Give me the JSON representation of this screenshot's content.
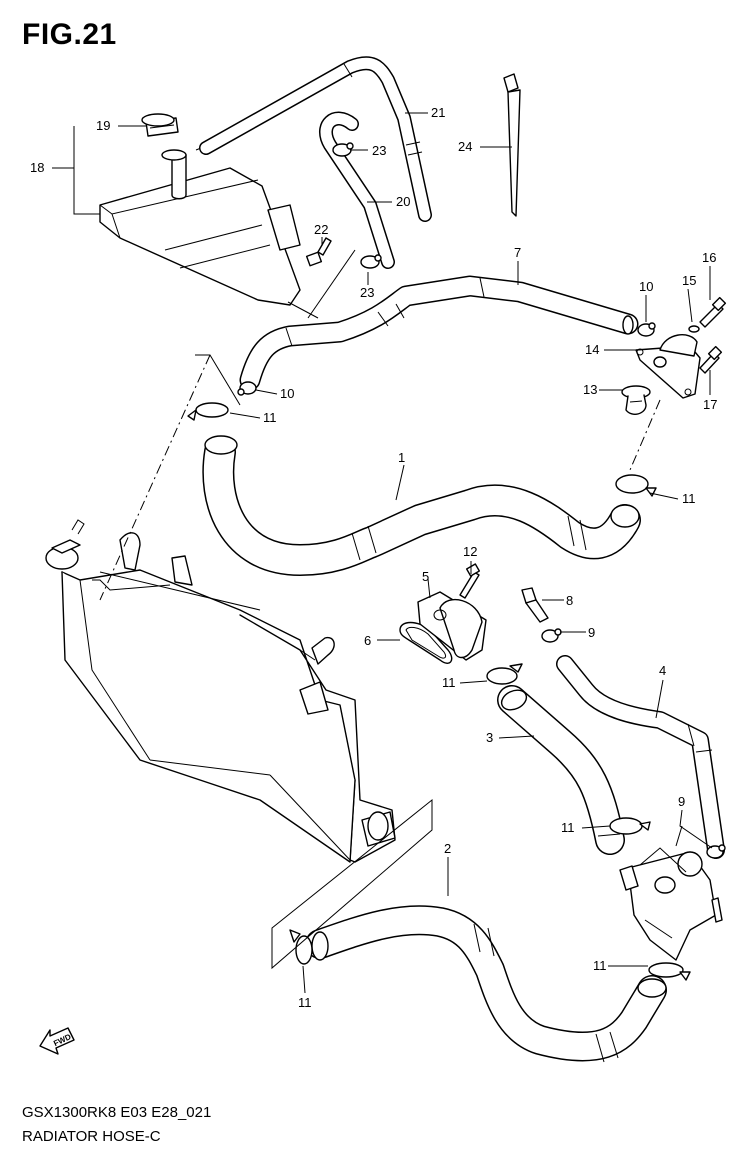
{
  "figure": {
    "title": "FIG.21",
    "model_code": "GSX1300RK8 E03 E28_021",
    "caption": "RADIATOR HOSE-C",
    "fwd_label": "FWD"
  },
  "callouts": [
    {
      "id": "c1",
      "label": "1"
    },
    {
      "id": "c2",
      "label": "2"
    },
    {
      "id": "c3",
      "label": "3"
    },
    {
      "id": "c4",
      "label": "4"
    },
    {
      "id": "c5",
      "label": "5"
    },
    {
      "id": "c6",
      "label": "6"
    },
    {
      "id": "c7",
      "label": "7"
    },
    {
      "id": "c8",
      "label": "8"
    },
    {
      "id": "c9a",
      "label": "9"
    },
    {
      "id": "c9b",
      "label": "9"
    },
    {
      "id": "c10a",
      "label": "10"
    },
    {
      "id": "c10b",
      "label": "10"
    },
    {
      "id": "c11a",
      "label": "11"
    },
    {
      "id": "c11b",
      "label": "11"
    },
    {
      "id": "c11c",
      "label": "11"
    },
    {
      "id": "c11d",
      "label": "11"
    },
    {
      "id": "c11e",
      "label": "11"
    },
    {
      "id": "c11f",
      "label": "11"
    },
    {
      "id": "c12",
      "label": "12"
    },
    {
      "id": "c13",
      "label": "13"
    },
    {
      "id": "c14",
      "label": "14"
    },
    {
      "id": "c15",
      "label": "15"
    },
    {
      "id": "c16",
      "label": "16"
    },
    {
      "id": "c17",
      "label": "17"
    },
    {
      "id": "c18",
      "label": "18"
    },
    {
      "id": "c19",
      "label": "19"
    },
    {
      "id": "c20",
      "label": "20"
    },
    {
      "id": "c21",
      "label": "21"
    },
    {
      "id": "c22",
      "label": "22"
    },
    {
      "id": "c23a",
      "label": "23"
    },
    {
      "id": "c23b",
      "label": "23"
    },
    {
      "id": "c24",
      "label": "24"
    }
  ]
}
